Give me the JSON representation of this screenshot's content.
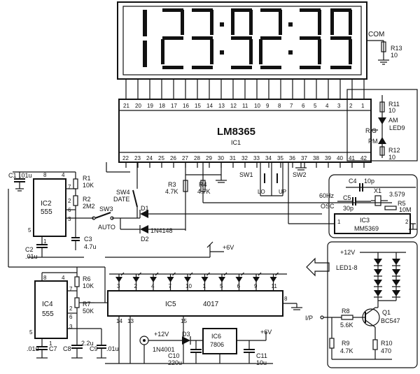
{
  "display": {
    "com_label": "COM",
    "r13": {
      "ref": "R13",
      "value": "10"
    }
  },
  "ic1": {
    "part": "LM8365",
    "ref": "IC1",
    "top_pins": [
      "21",
      "20",
      "19",
      "18",
      "17",
      "16",
      "15",
      "14",
      "13",
      "12",
      "11",
      "10",
      "9",
      "8",
      "7",
      "6",
      "5",
      "4",
      "3",
      "2",
      "1"
    ],
    "bottom_pins": [
      "22",
      "23",
      "24",
      "25",
      "26",
      "27",
      "28",
      "29",
      "30",
      "31",
      "32",
      "33",
      "34",
      "35",
      "36",
      "37",
      "38",
      "39",
      "40",
      "41",
      "42"
    ]
  },
  "leds_am_pm": {
    "r11": {
      "ref": "R11",
      "value": "10"
    },
    "am": "AM",
    "pm": "PM",
    "rg": "R/G",
    "led9": "LED9",
    "r12": {
      "ref": "R12",
      "value": "10"
    }
  },
  "switches": {
    "sw1": "SW1",
    "sw2": "SW2",
    "lo": "LO",
    "up": "UP",
    "sw4": "SW4",
    "date": "DATE",
    "sw3": "SW3",
    "auto": "AUTO"
  },
  "resistors_mid": {
    "r3": {
      "ref": "R3",
      "value": "4.7K"
    },
    "r4": {
      "ref": "R4",
      "value": "4.7K"
    }
  },
  "diodes_mid": {
    "d1": "D1",
    "d2": "D2",
    "part": "1N4148"
  },
  "osc": {
    "c4": "C4",
    "c4v": "10p",
    "c5": "C5",
    "c5v": "30p",
    "x1": "X1",
    "x1v": "3.579",
    "r5": "R5",
    "r5v": "10M",
    "label_60hz": "60Hz",
    "label_osc": "OSC"
  },
  "ic3": {
    "ref": "IC3",
    "part": "MM5369",
    "pin_left": "1",
    "pin_right": "2"
  },
  "ic2_block": {
    "c1": "C1",
    "c1v": ".01u",
    "r1": {
      "ref": "R1",
      "value": "10K"
    },
    "r2": {
      "ref": "R2",
      "value": "2M2"
    },
    "ic2": "IC2",
    "ic2_part": "555",
    "c2": "C2",
    "c2v": ".01u",
    "c3": "C3",
    "c3v": "4.7u",
    "pins": [
      "8",
      "4",
      "7",
      "2",
      "6",
      "3",
      "1",
      "5"
    ]
  },
  "supply_6v": "+6V",
  "ic4_block": {
    "ic4": "IC4",
    "ic4_part": "555",
    "r6": {
      "ref": "R6",
      "value": "10K"
    },
    "r7": {
      "ref": "R7",
      "value": "50K"
    },
    "c7": "C7",
    "c7v": ".01u",
    "c8": "C8",
    "c8v": "2.2u",
    "c9": "C9",
    "c9v": ".01u",
    "pins": [
      "8",
      "4",
      "7",
      "2",
      "6",
      "3",
      "1",
      "5"
    ]
  },
  "ic5": {
    "ref": "IC5",
    "part": "4017",
    "top_pins": [
      "3",
      "2",
      "4",
      "7",
      "10",
      "1",
      "5",
      "6",
      "9",
      "11"
    ],
    "pin_14": "14",
    "pin_13": "13",
    "pin_15": "15",
    "pin_8": "8"
  },
  "power": {
    "plus12": "+12V",
    "d3": "D3",
    "d3v": "1N4001",
    "ic6": "IC6",
    "ic6v": "7806",
    "c10": "C10",
    "c10v": "220u",
    "c11": "C11",
    "c11v": "10u",
    "plus6": "+6V"
  },
  "driver": {
    "plus12": "+12V",
    "leds": "LED1-8",
    "ip": "I/P",
    "r8": {
      "ref": "R8",
      "value": "5.6K"
    },
    "r9": {
      "ref": "R9",
      "value": "4.7K"
    },
    "q1": "Q1",
    "q1v": "BC547",
    "r10": {
      "ref": "R10",
      "value": "470"
    }
  }
}
